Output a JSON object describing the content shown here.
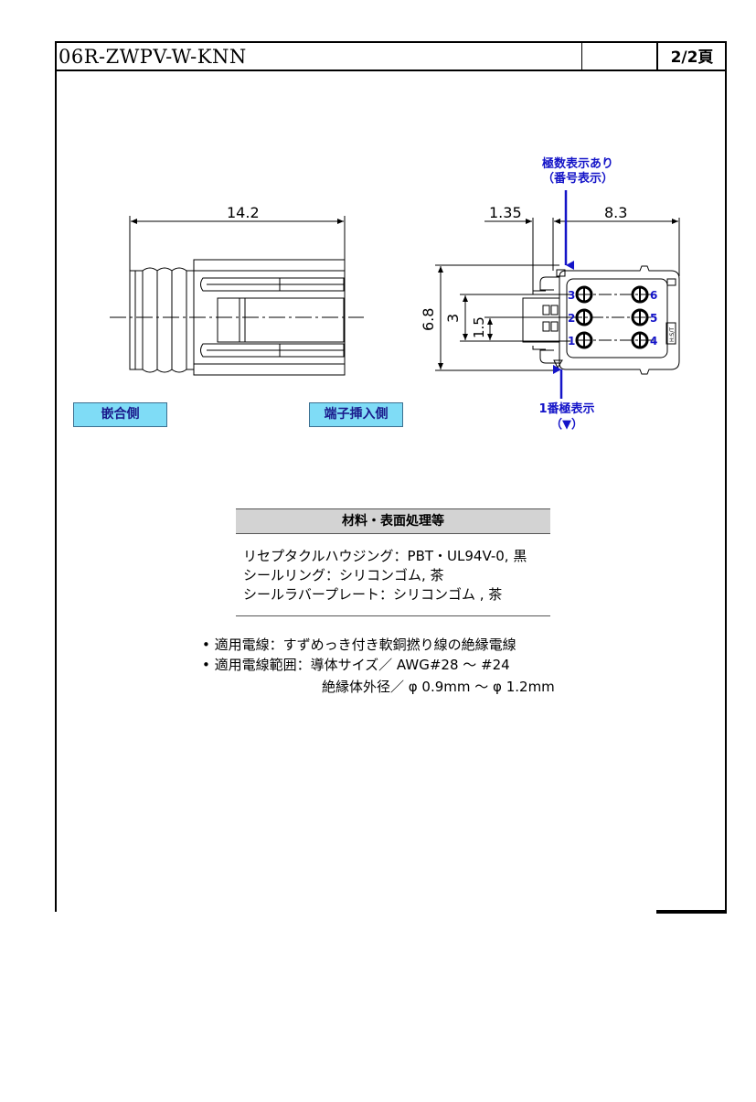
{
  "header": {
    "part_number": "06R-ZWPV-W-KNN",
    "page": "2/2頁"
  },
  "drawing": {
    "side_view": {
      "length_dim": "14.2"
    },
    "front_view": {
      "offset_dim": "1.35",
      "width_dim": "8.3",
      "height_dim": "6.8",
      "row_span_dim": "3",
      "pitch_dim": "1.5",
      "pins_left": [
        "3",
        "2",
        "1"
      ],
      "pins_right": [
        "6",
        "5",
        "4"
      ],
      "pin_marking_note_line1": "極数表示あり",
      "pin_marking_note_line2": "（番号表示）",
      "pin1_note_line1": "1番極表示",
      "pin1_note_line2": "（▼）",
      "housing_mark": "H:S/T"
    },
    "labels": {
      "mating_side": "嵌合側",
      "terminal_insert_side": "端子挿入側"
    },
    "colors": {
      "annotation_blue": "#1414c8",
      "label_fill": "#7fdcf6"
    }
  },
  "materials": {
    "header": "材料・表面処理等",
    "lines": [
      "リセプタクルハウジング：PBT・UL94V-0, 黒",
      "シールリング：シリコンゴム, 茶",
      "シールラバープレート：シリコンゴム , 茶"
    ]
  },
  "notes": {
    "line1": "• 適用電線：すずめっき付き軟銅撚り線の絶縁電線",
    "line2": "• 適用電線範囲：導体サイズ／ AWG#28 ～ #24",
    "line3": "絶縁体外径／ φ 0.9mm ～ φ 1.2mm"
  }
}
